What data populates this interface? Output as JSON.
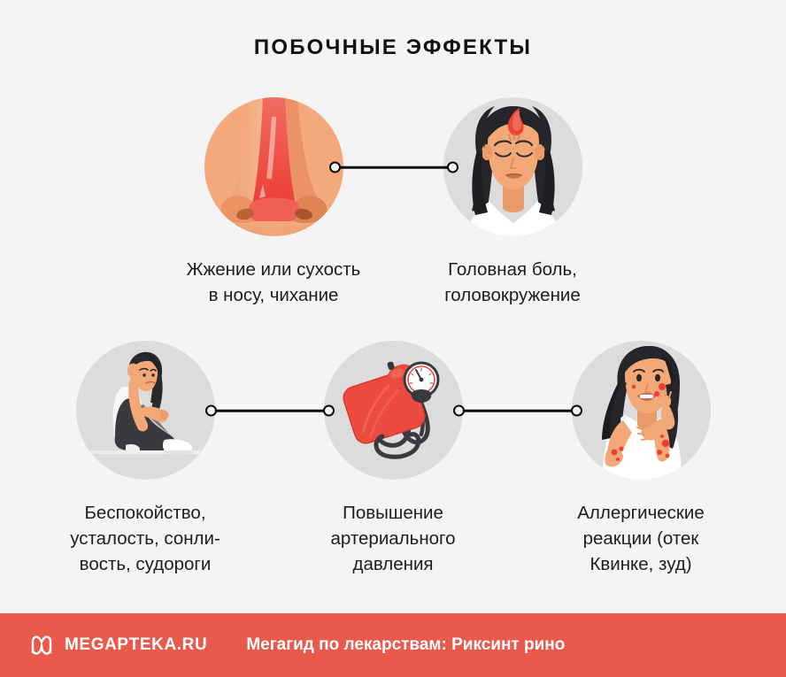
{
  "title": "ПОБОЧНЫЕ ЭФФЕКТЫ",
  "background_color": "#f4f4f4",
  "accent_color": "#e9594c",
  "nodes": [
    {
      "id": "nose-irritation",
      "icon": "irritated-nose-icon",
      "circle_color": "#f4a97c",
      "caption": "Жжение или сухость\nв носу, чихание"
    },
    {
      "id": "headache",
      "icon": "woman-headache-icon",
      "circle_color": "#dcdcdc",
      "caption": "Головная боль,\nголовокружение"
    },
    {
      "id": "anxiety-fatigue",
      "icon": "seated-anxious-person-icon",
      "circle_color": "#dcdcdc",
      "caption": "Беспокойство,\nусталость, сонли-\nвость, судороги"
    },
    {
      "id": "blood-pressure",
      "icon": "blood-pressure-cuff-icon",
      "circle_color": "#dcdcdc",
      "caption": "Повышение\nартериального\nдавления"
    },
    {
      "id": "allergic-reactions",
      "icon": "woman-rash-icon",
      "circle_color": "#dcdcdc",
      "caption": "Аллергические\nреакции (отек\nКвинке, зуд)"
    }
  ],
  "connectors": [
    {
      "id": "connector-1",
      "from": "nose-irritation",
      "to": "headache"
    },
    {
      "id": "connector-2",
      "from": "anxiety-fatigue",
      "to": "blood-pressure"
    },
    {
      "id": "connector-3",
      "from": "blood-pressure",
      "to": "allergic-reactions"
    }
  ],
  "footer": {
    "logo_icon": "megapteka-m-logo-icon",
    "logo_text": "MEGAPTEKA.RU",
    "tagline": "Мегагид по лекарствам: Риксинт рино"
  }
}
